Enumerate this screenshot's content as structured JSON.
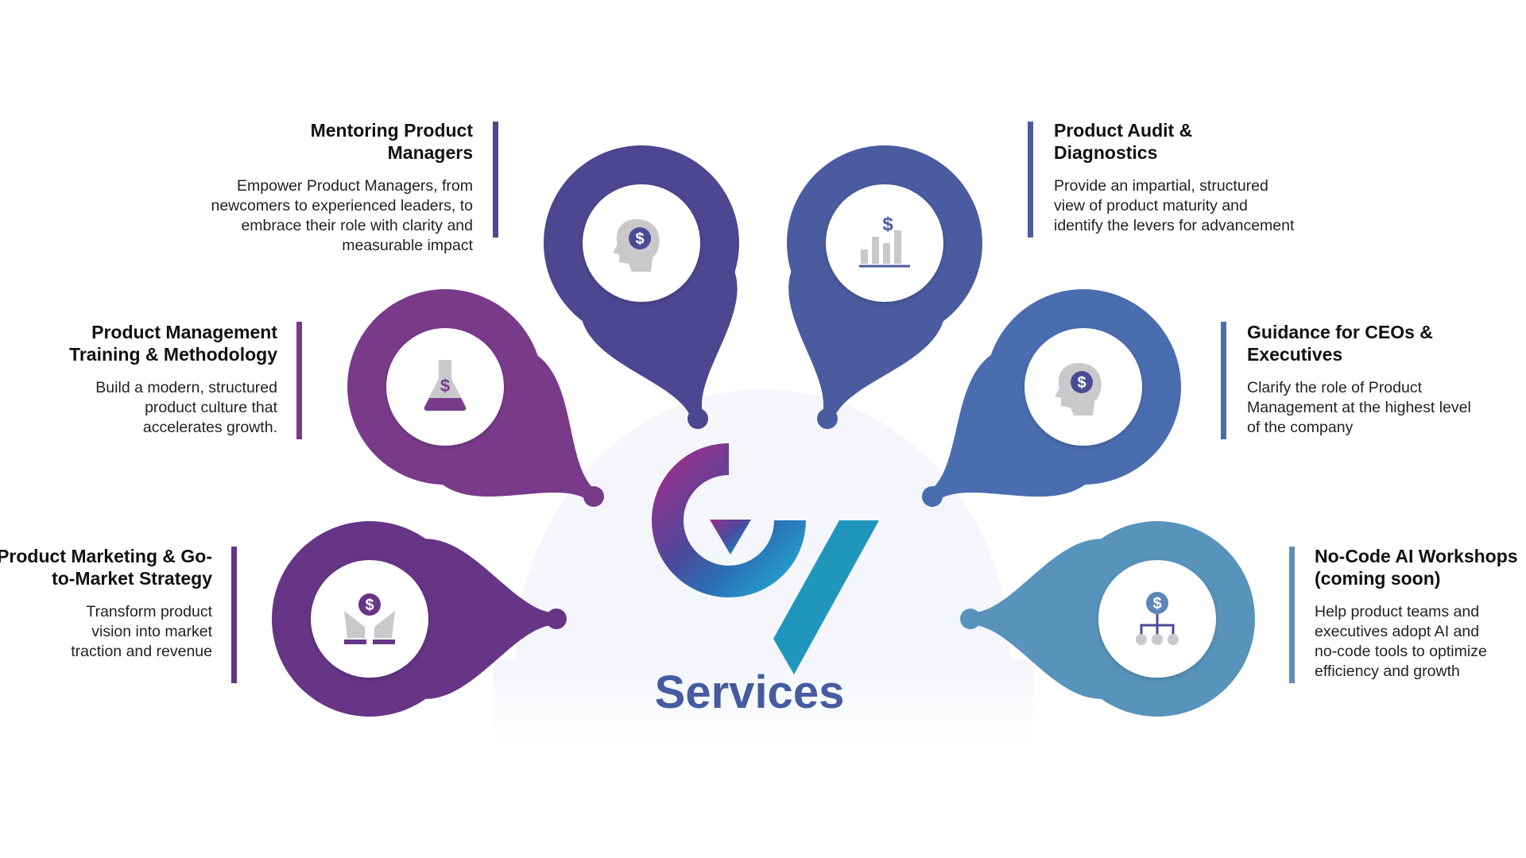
{
  "title": "Services",
  "colors": {
    "backdrop": "#f3f5fb",
    "title": "#465ca0",
    "slash": "#2196bd"
  },
  "services": [
    {
      "id": "mentoring",
      "title": "Mentoring Product Managers",
      "description": "Empower Product Managers, from newcomers to experienced leaders, to embrace their role with clarity and measurable impact",
      "color": "#4e4690",
      "icon": "head-dollar-icon"
    },
    {
      "id": "audit",
      "title": "Product Audit & Diagnostics",
      "description": "Provide an impartial, structured view of product maturity and identify the levers for advancement",
      "color": "#4a5ba0",
      "icon": "bar-chart-dollar-icon"
    },
    {
      "id": "training",
      "title": "Product Management Training & Methodology",
      "description": "Build a modern, structured product culture that accelerates growth.",
      "color": "#7a3a8a",
      "icon": "flask-dollar-icon"
    },
    {
      "id": "ceo",
      "title": "Guidance for CEOs & Executives",
      "description": "Clarify the role of Product Management at the highest level of the company",
      "color": "#4a6db0",
      "icon": "head-dollar-icon"
    },
    {
      "id": "marketing",
      "title": "Product Marketing & Go-to-Market Strategy",
      "description": "Transform product vision into market traction and revenue",
      "color": "#663585",
      "icon": "hands-dollar-icon"
    },
    {
      "id": "nocode",
      "title": "No-Code AI Workshops (coming soon)",
      "description": "Help product teams and executives adopt AI and no-code tools to optimize efficiency and growth",
      "color": "#5893bb",
      "icon": "network-dollar-icon"
    }
  ]
}
